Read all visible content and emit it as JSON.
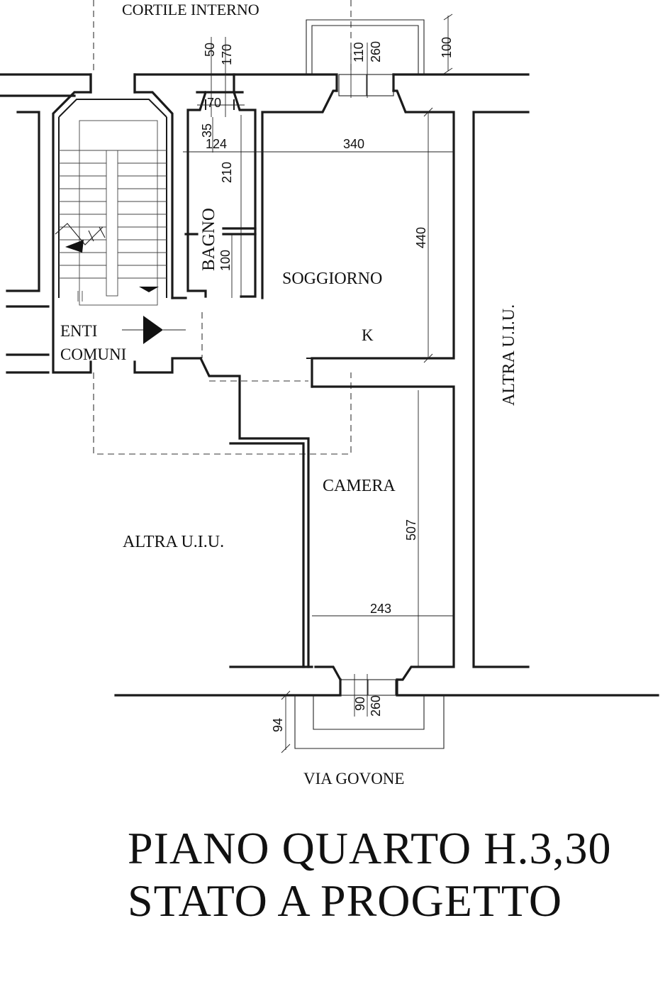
{
  "labels": {
    "cortile": "CORTILE INTERNO",
    "bagno": "BAGNO",
    "soggiorno": "SOGGIORNO",
    "k": "K",
    "enti_line1": "ENTI",
    "enti_line2": "COMUNI",
    "camera": "CAMERA",
    "altra_left": "ALTRA U.I.U.",
    "altra_right": "ALTRA U.I.U.",
    "via": "VIA GOVONE"
  },
  "dimensions": {
    "d50": "50",
    "d170": "170",
    "d110": "110",
    "d260_top": "260",
    "d100_top": "100",
    "d70": "70",
    "d35": "35",
    "d124": "124",
    "d340": "340",
    "d210": "210",
    "d440": "440",
    "d100_bagno": "100",
    "d507": "507",
    "d243": "243",
    "d90": "90",
    "d260_bottom": "260",
    "d94": "94"
  },
  "title": {
    "line1": "PIANO QUARTO H.3,30",
    "line2": "STATO A PROGETTO"
  }
}
